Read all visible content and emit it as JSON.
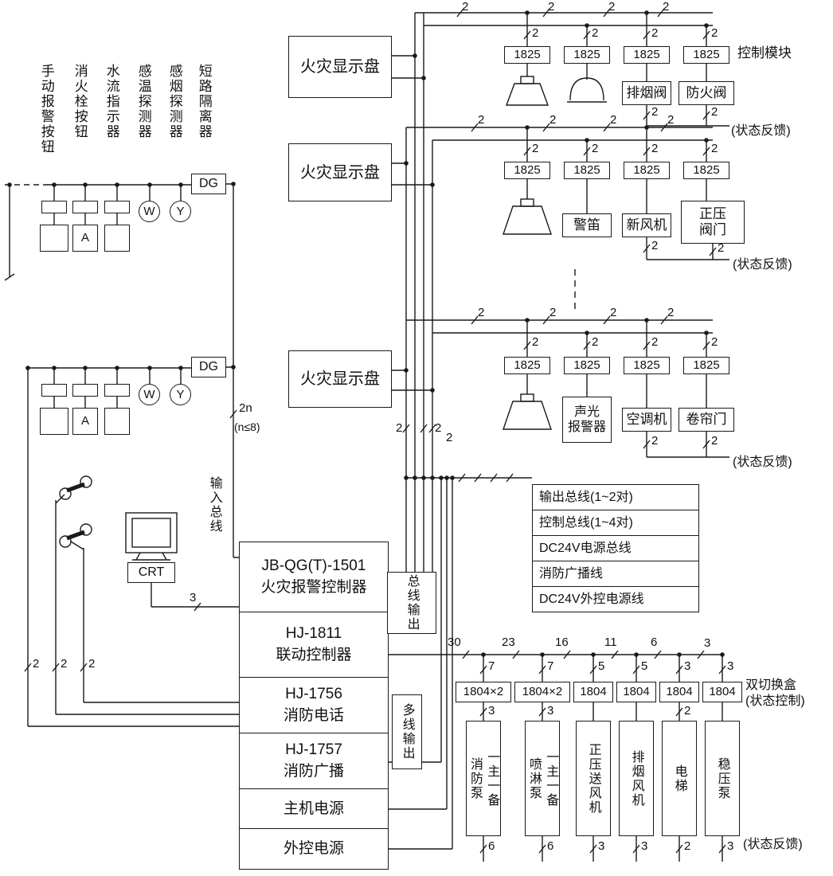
{
  "sensors": {
    "labels": [
      "手动报警按钮",
      "消火栓按钮",
      "水流指示器",
      "感温探测器",
      "感烟探测器",
      "短路隔离器"
    ],
    "isolator": "DG",
    "w": "W",
    "y": "Y",
    "a": "A"
  },
  "panels": {
    "display": "火灾显示盘"
  },
  "modules": {
    "m1825": "1825",
    "d1804": "1804×2",
    "s1804": "1804"
  },
  "rows": {
    "r1": {
      "dev1": "排烟阀",
      "dev2": "防火阀",
      "label": "控制模块",
      "fb": "(状态反馈)"
    },
    "r2": {
      "dev1": "警笛",
      "dev2": "新风机",
      "dev3": "正压\n阀门",
      "fb": "(状态反馈)"
    },
    "r3": {
      "dev1": "声光\n报警器",
      "dev2": "空调机",
      "dev3": "卷帘门",
      "fb": "(状态反馈)"
    }
  },
  "legend": [
    "输出总线(1~2对)",
    "控制总线(1~4对)",
    "DC24V电源总线",
    "消防广播线",
    "DC24V外控电源线"
  ],
  "ctrl": [
    {
      "l1": "JB-QG(T)-1501",
      "l2": "火灾报警控制器"
    },
    {
      "l1": "HJ-1811",
      "l2": "联动控制器"
    },
    {
      "l1": "HJ-1756",
      "l2": "消防电话"
    },
    {
      "l1": "HJ-1757",
      "l2": "消防广播"
    },
    {
      "l1": "主机电源"
    },
    {
      "l1": "外控电源"
    }
  ],
  "crt": "CRT",
  "bus": {
    "input": "输入总线",
    "out": "总线输出",
    "multi": "多线输出"
  },
  "notes": {
    "n2": "2n",
    "nle": "(n≤8)"
  },
  "counts": {
    "c2": "2",
    "c3": "3",
    "c5": "5",
    "c6": "6",
    "c7": "7",
    "c11": "11",
    "c16": "16",
    "c23": "23",
    "c30": "30"
  },
  "switch": {
    "label1": "双切换盒",
    "label2": "(状态控制)",
    "fb": "(状态反馈)"
  },
  "outputs": [
    {
      "p1": "消防泵",
      "p2": "一主一备",
      "c": "6"
    },
    {
      "p1": "喷淋泵",
      "p2": "一主一备",
      "c": "6"
    },
    {
      "p1": "正压送风机",
      "p2": "",
      "c": "3"
    },
    {
      "p1": "排烟风机",
      "p2": "",
      "c": "3"
    },
    {
      "p1": "电梯",
      "p2": "",
      "c": "2"
    },
    {
      "p1": "稳压泵",
      "p2": "",
      "c": "3"
    }
  ]
}
